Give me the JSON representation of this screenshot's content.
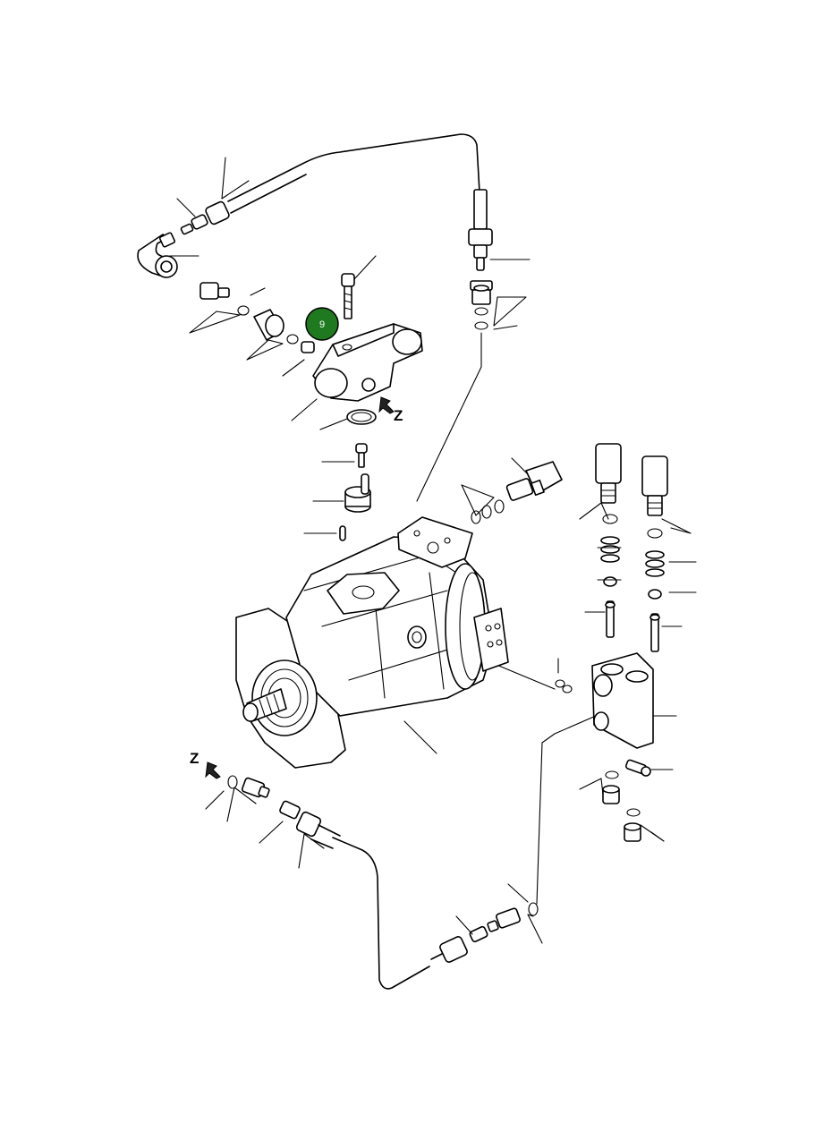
{
  "callouts": [
    {
      "label": "9",
      "color": "#1f7a1f"
    }
  ],
  "view_markers": [
    {
      "label": "Z"
    },
    {
      "label": "Z"
    }
  ]
}
